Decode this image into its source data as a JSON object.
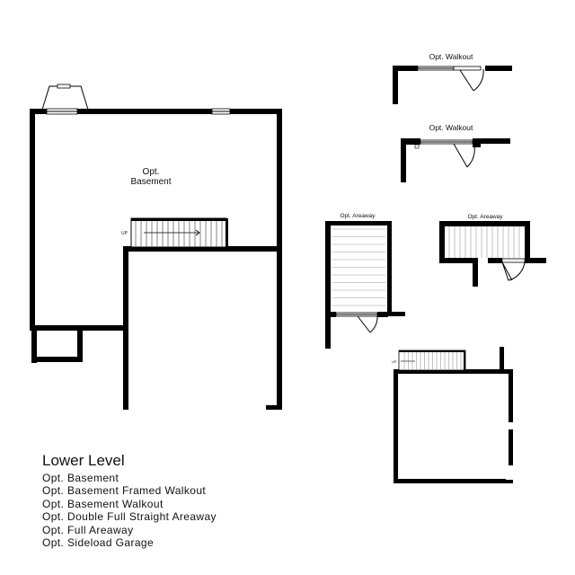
{
  "plan": {
    "main_room_label": [
      "Opt.",
      "Basement"
    ],
    "stair_up_label": "UP",
    "options": {
      "walkout_1": "Opt. Walkout",
      "walkout_2": "Opt. Walkout",
      "areaway_1": "Opt. Areaway",
      "areaway_2": "Opt. Areaway",
      "garage_stair_up": "UP"
    }
  },
  "legend": {
    "title": "Lower Level",
    "items": [
      "Opt. Basement",
      "Opt. Basement Framed Walkout",
      "Opt. Basement Walkout",
      "Opt. Double Full Straight Areaway",
      "Opt. Full Areaway",
      "Opt. Sideload Garage"
    ]
  }
}
